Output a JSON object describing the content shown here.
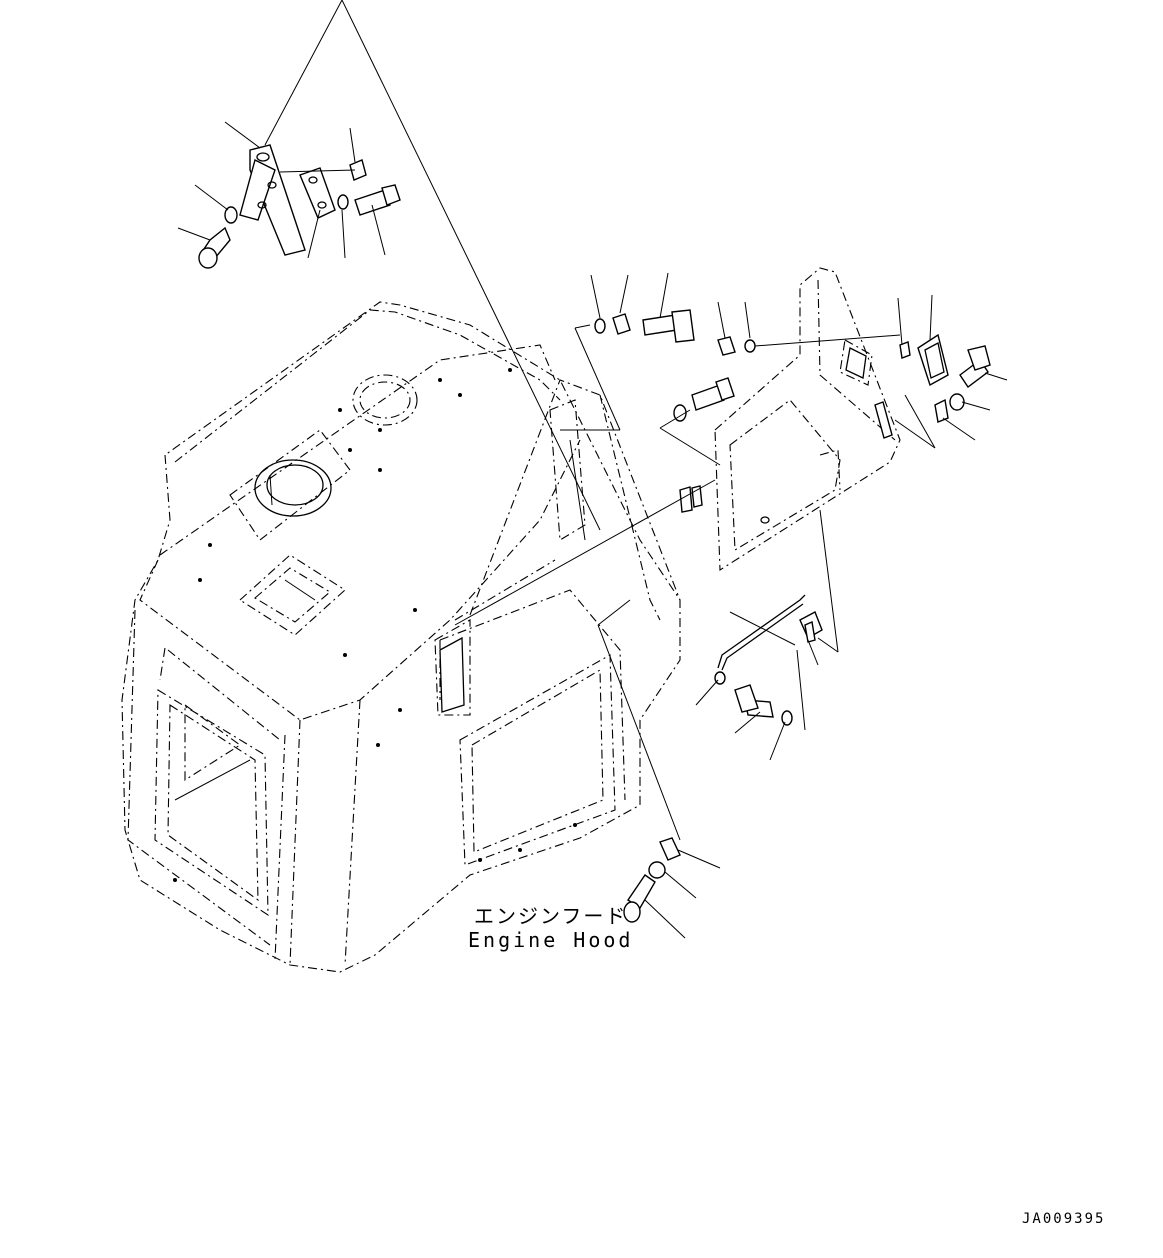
{
  "diagram": {
    "caption_jp": "エンジンフード",
    "caption_en": "Engine Hood",
    "drawing_number": "JA009395",
    "colors": {
      "line": "#000000",
      "background": "#ffffff"
    },
    "icons": [
      "bolt-icon",
      "washer-icon",
      "nut-icon",
      "bracket-icon",
      "latch-icon",
      "stay-rod-icon",
      "hinge-icon"
    ]
  }
}
